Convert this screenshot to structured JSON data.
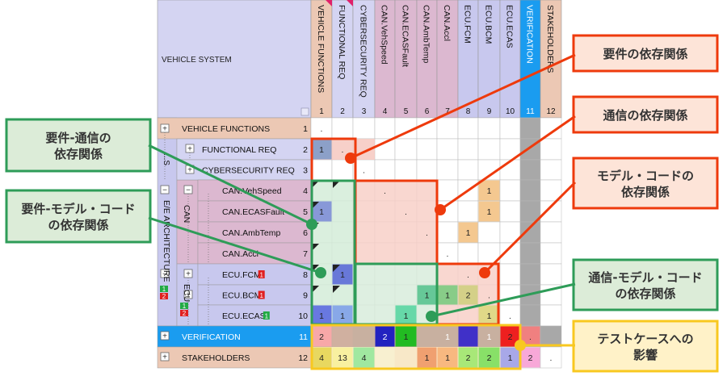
{
  "system_label": "VEHICLE SYSTEM",
  "columns": [
    {
      "label": "VEHICLE FUNCTIONS",
      "num": "1"
    },
    {
      "label": "FUNCTIONAL REQ",
      "num": "2"
    },
    {
      "label": "CYBERSECURITY REQ",
      "num": "3"
    },
    {
      "label": "CAN.VehSpeed",
      "num": "4"
    },
    {
      "label": "CAN.ECASFault",
      "num": "5"
    },
    {
      "label": "CAN.AmbTemp",
      "num": "6"
    },
    {
      "label": "CAN.Accl",
      "num": "7"
    },
    {
      "label": "ECU.FCM",
      "num": "8"
    },
    {
      "label": "ECU.BCM",
      "num": "9"
    },
    {
      "label": "ECU.ECAS",
      "num": "10"
    },
    {
      "label": "VERIFICATION",
      "num": "11"
    },
    {
      "label": "STAKEHOLDERS",
      "num": "12"
    }
  ],
  "rows": [
    {
      "label": "VEHICLE FUNCTIONS",
      "num": "1"
    },
    {
      "label": "FUNCTIONAL REQ",
      "num": "2"
    },
    {
      "label": "CYBERSECURITY REQ",
      "num": "3"
    },
    {
      "label": "CAN.VehSpeed",
      "num": "4"
    },
    {
      "label": "CAN.ECASFault",
      "num": "5"
    },
    {
      "label": "CAN.AmbTemp",
      "num": "6"
    },
    {
      "label": "CAN.Accl",
      "num": "7"
    },
    {
      "label": "ECU.FCM",
      "num": "8",
      "badge": "1"
    },
    {
      "label": "ECU.BCM",
      "num": "9",
      "badge": "1"
    },
    {
      "label": "ECU.ECAS",
      "num": "10",
      "badge": "1"
    },
    {
      "label": "VERIFICATION",
      "num": "11"
    },
    {
      "label": "STAKEHOLDERS",
      "num": "12"
    }
  ],
  "groups": {
    "req_short": "...S",
    "ee_arch": "E/E ARCHITECTURE",
    "ee_badges": [
      "1",
      "2"
    ],
    "can": "CAN",
    "ecu": "ECU",
    "ecu_badges": [
      "1",
      "2"
    ]
  },
  "cells": [
    {
      "r": 1,
      "c": 1,
      "v": "."
    },
    {
      "r": 2,
      "c": 1,
      "v": "1"
    },
    {
      "r": 2,
      "c": 2,
      "v": "."
    },
    {
      "r": 3,
      "c": 3,
      "v": "."
    },
    {
      "r": 4,
      "c": 4,
      "v": "."
    },
    {
      "r": 4,
      "c": 9,
      "v": "1"
    },
    {
      "r": 5,
      "c": 1,
      "v": "1"
    },
    {
      "r": 5,
      "c": 5,
      "v": "."
    },
    {
      "r": 5,
      "c": 9,
      "v": "1"
    },
    {
      "r": 6,
      "c": 6,
      "v": "."
    },
    {
      "r": 6,
      "c": 8,
      "v": "1"
    },
    {
      "r": 7,
      "c": 7,
      "v": "."
    },
    {
      "r": 8,
      "c": 2,
      "v": "1"
    },
    {
      "r": 8,
      "c": 8,
      "v": "."
    },
    {
      "r": 9,
      "c": 6,
      "v": "1"
    },
    {
      "r": 9,
      "c": 7,
      "v": "1"
    },
    {
      "r": 9,
      "c": 8,
      "v": "2"
    },
    {
      "r": 9,
      "c": 9,
      "v": "."
    },
    {
      "r": 10,
      "c": 1,
      "v": "1"
    },
    {
      "r": 10,
      "c": 2,
      "v": "1"
    },
    {
      "r": 10,
      "c": 5,
      "v": "1"
    },
    {
      "r": 10,
      "c": 9,
      "v": "1"
    },
    {
      "r": 10,
      "c": 10,
      "v": "."
    },
    {
      "r": 11,
      "c": 1,
      "v": "2"
    },
    {
      "r": 11,
      "c": 4,
      "v": "2"
    },
    {
      "r": 11,
      "c": 5,
      "v": "1"
    },
    {
      "r": 11,
      "c": 7,
      "v": "1"
    },
    {
      "r": 11,
      "c": 9,
      "v": "1"
    },
    {
      "r": 11,
      "c": 10,
      "v": "2"
    },
    {
      "r": 11,
      "c": 11,
      "v": "."
    },
    {
      "r": 12,
      "c": 1,
      "v": "4"
    },
    {
      "r": 12,
      "c": 2,
      "v": "13"
    },
    {
      "r": 12,
      "c": 3,
      "v": "4"
    },
    {
      "r": 12,
      "c": 6,
      "v": "1"
    },
    {
      "r": 12,
      "c": 7,
      "v": "1"
    },
    {
      "r": 12,
      "c": 8,
      "v": "2"
    },
    {
      "r": 12,
      "c": 9,
      "v": "2"
    },
    {
      "r": 12,
      "c": 10,
      "v": "1"
    },
    {
      "r": 12,
      "c": 11,
      "v": "2"
    },
    {
      "r": 12,
      "c": 12,
      "v": "."
    }
  ],
  "callouts": {
    "req_dep": "要件の依存関係",
    "comm_dep": "通信の依存関係",
    "model_dep_1": "モデル・コードの",
    "model_dep_2": "依存関係",
    "req_comm_1": "要件-通信の",
    "req_comm_2": "依存関係",
    "req_model_1": "要件-モデル・コード",
    "req_model_2": "の依存関係",
    "comm_model_1": "通信-モデル・コード",
    "comm_model_2": "の依存関係",
    "test_1": "テストケースへの",
    "test_2": "影響"
  },
  "colors": {
    "header_lilac": "#d4d4f2",
    "peach": "#ecc8b4",
    "pink_header": "#dcb8d0",
    "verification_blue": "#1a9cf0",
    "red_annot": "#ee3a0c",
    "green_annot": "#2e9c58",
    "yellow_annot": "#f8c820"
  }
}
